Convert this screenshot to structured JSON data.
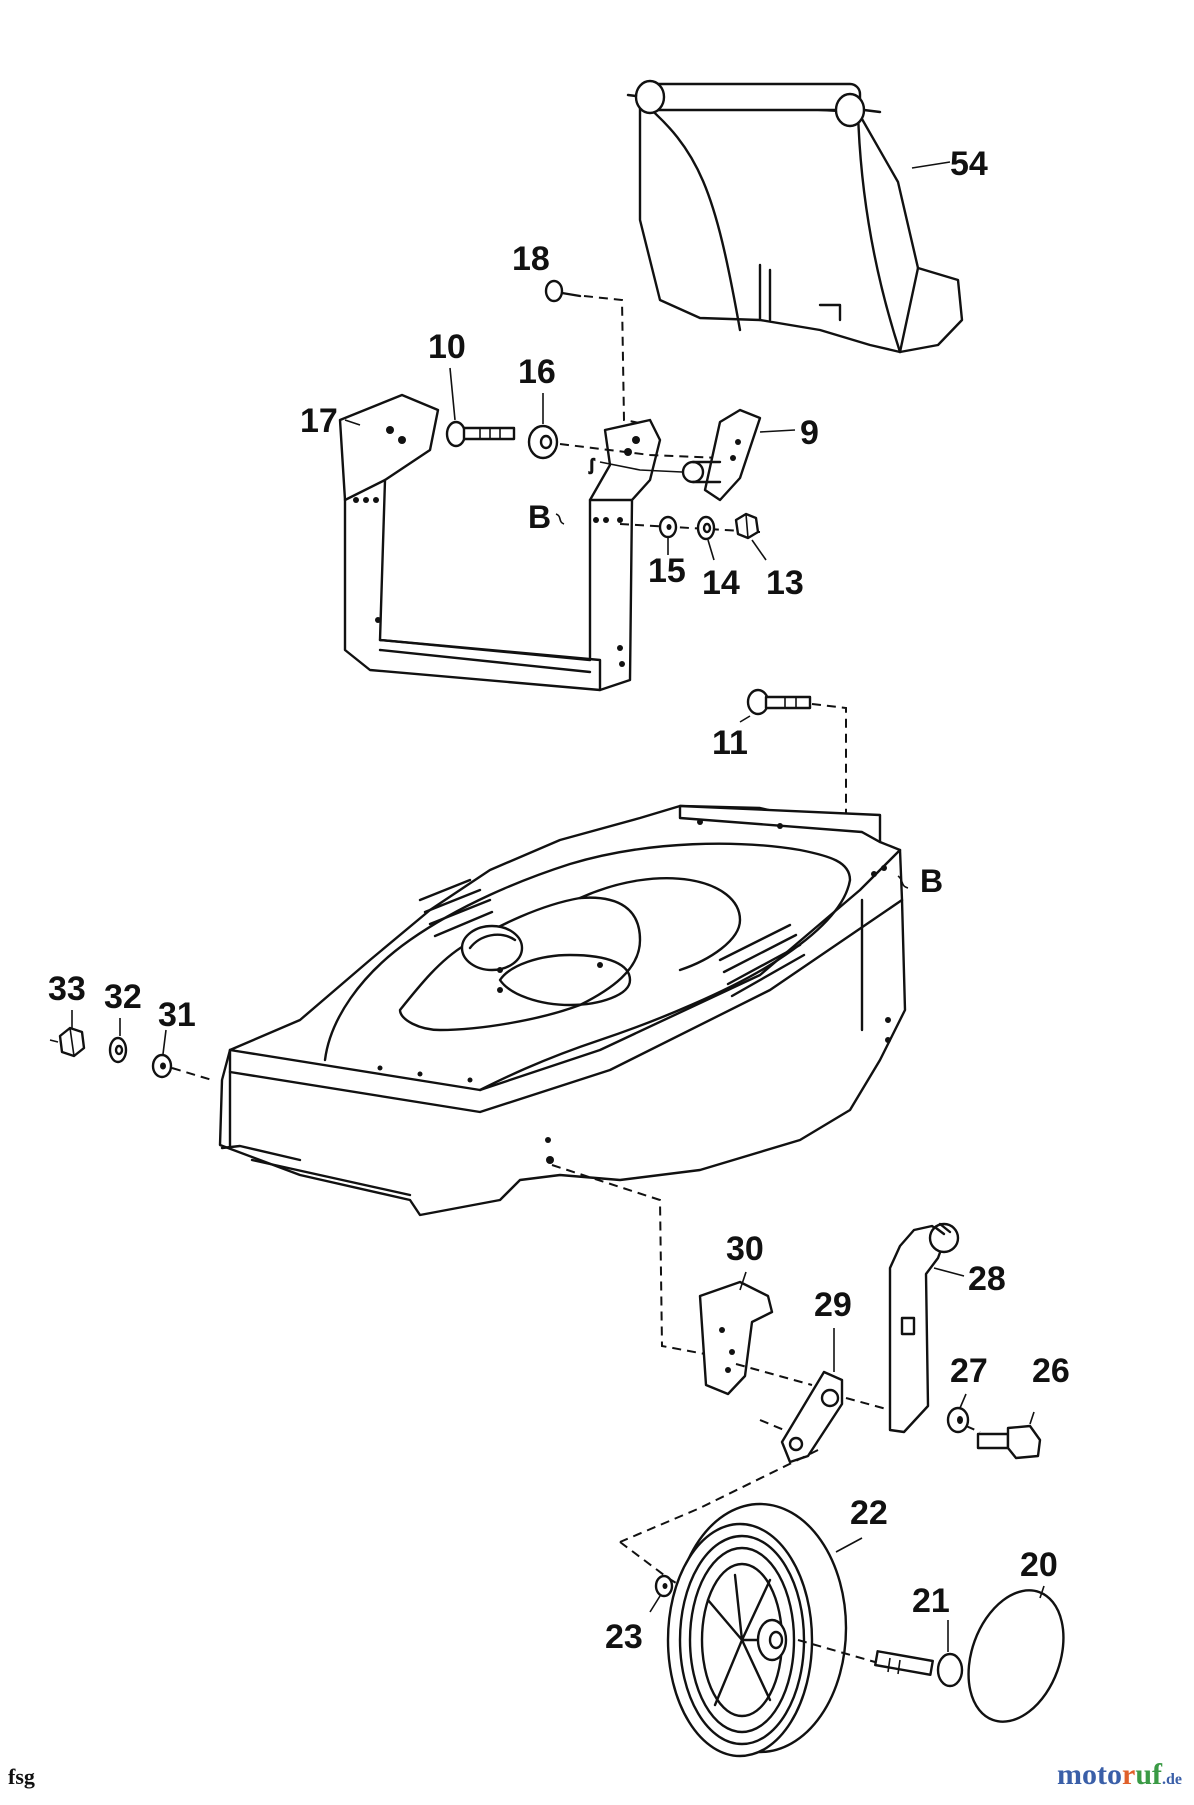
{
  "footer": {
    "code": "fsg",
    "brand_a": "moto",
    "brand_b": "r",
    "brand_c": "uf",
    "brand_d": ".de"
  },
  "labels": {
    "p54": "54",
    "p18": "18",
    "p10": "10",
    "p16": "16",
    "p17": "17",
    "p9": "9",
    "pB1": "B",
    "p15": "15",
    "p14": "14",
    "p13": "13",
    "p11": "11",
    "pB2": "B",
    "p33": "33",
    "p32": "32",
    "p31": "31",
    "p30": "30",
    "p28": "28",
    "p29": "29",
    "p27": "27",
    "p26": "26",
    "p22": "22",
    "p20": "20",
    "p21": "21",
    "p23": "23"
  }
}
